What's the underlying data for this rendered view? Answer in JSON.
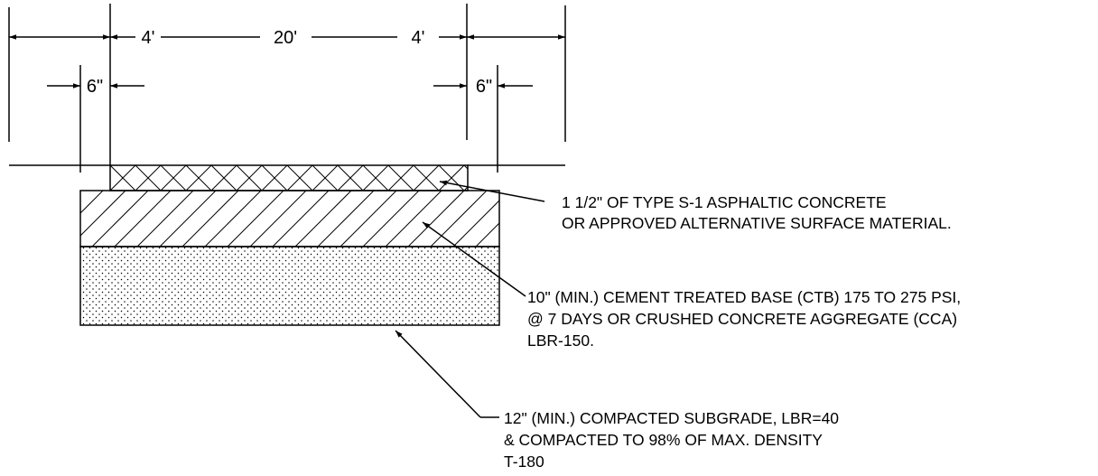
{
  "dimensions": {
    "left_shoulder": "4'",
    "roadway": "20'",
    "right_shoulder": "4'",
    "left_offset": "6\"",
    "right_offset": "6\""
  },
  "callouts": {
    "surface": {
      "lines": [
        "1 1/2\" OF TYPE S-1 ASPHALTIC CONCRETE",
        "OR APPROVED ALTERNATIVE SURFACE  MATERIAL."
      ]
    },
    "base": {
      "lines": [
        "10\" (MIN.) CEMENT TREATED BASE (CTB) 175 TO 275 PSI,",
        "@ 7 DAYS OR CRUSHED CONCRETE AGGREGATE (CCA)",
        "LBR-150."
      ]
    },
    "subgrade": {
      "lines": [
        "12\" (MIN.) COMPACTED SUBGRADE, LBR=40",
        "& COMPACTED TO 98% OF MAX. DENSITY",
        "T-180"
      ]
    }
  },
  "colors": {
    "ink": "#000000",
    "background": "#ffffff"
  }
}
